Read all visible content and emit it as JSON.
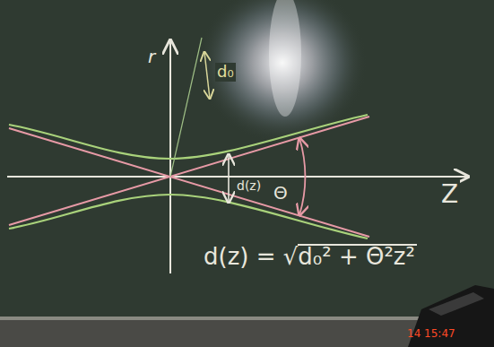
{
  "diagram": {
    "labels": [
      "r",
      "d₀",
      "d(z)",
      "Θ",
      "Z",
      "d(z) = √d₀² + Θ²z²",
      "14 15:47"
    ]
  }
}
